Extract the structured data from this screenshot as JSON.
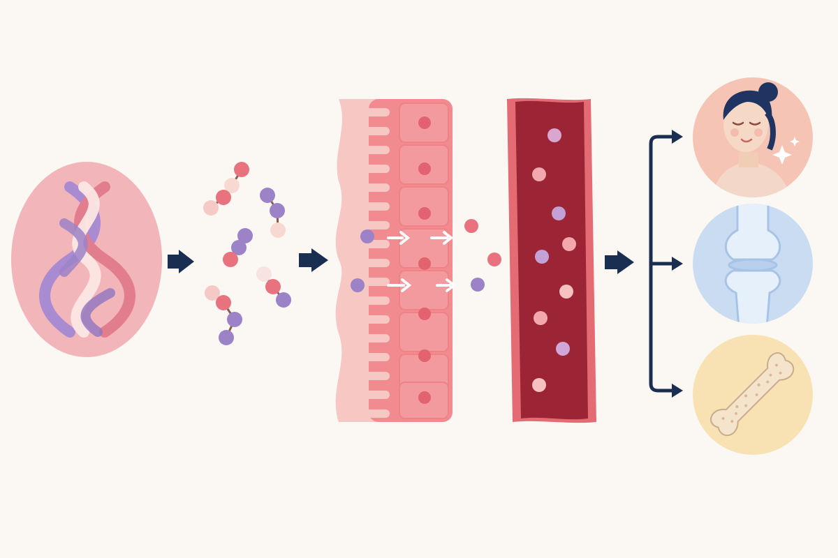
{
  "diagram": {
    "stages": [
      {
        "id": "collagen-fiber",
        "icon": "triple-helix-icon"
      },
      {
        "id": "peptide-fragments",
        "icon": "peptide-chain-icon"
      },
      {
        "id": "intestinal-wall",
        "icon": "intestine-villi-icon"
      },
      {
        "id": "blood-vessel",
        "icon": "blood-vessel-icon"
      },
      {
        "id": "target-skin",
        "icon": "face-skin-icon"
      },
      {
        "id": "target-joint",
        "icon": "knee-joint-icon"
      },
      {
        "id": "target-bone",
        "icon": "bone-icon"
      }
    ],
    "colors": {
      "background": "#fbf8f4",
      "arrow": "#1a2e52",
      "pink": "#e9727f",
      "light_pink": "#f4c9c6",
      "purple": "#9c82c7",
      "blood": "#9b2535",
      "skin_bg": "#f6c4b4",
      "joint_bg": "#c9dcf1",
      "bone_bg": "#f8e1b3"
    }
  }
}
